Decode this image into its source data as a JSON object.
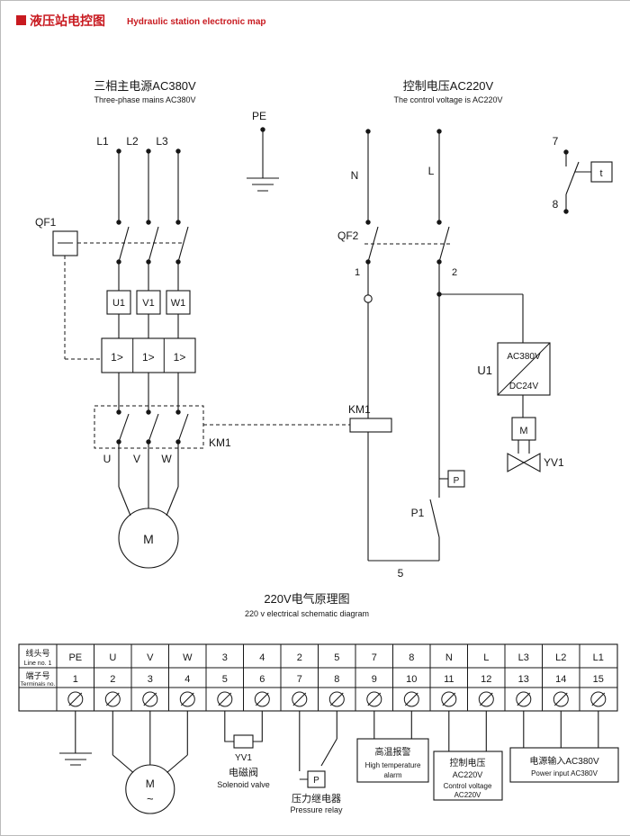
{
  "header": {
    "title_cn": "液压站电控图",
    "title_en": "Hydraulic station electronic map"
  },
  "main": {
    "title_cn": "三相主电源AC380V",
    "title_en": "Three-phase mains AC380V",
    "phases": [
      "L1",
      "L2",
      "L3"
    ],
    "qf1": "QF1",
    "fuses": [
      "U1",
      "V1",
      "W1"
    ],
    "overload": "1>",
    "km1": "KM1",
    "outputs": [
      "U",
      "V",
      "W"
    ],
    "motor": "M"
  },
  "pe": "PE",
  "control": {
    "title_cn": "控制电压AC220V",
    "title_en": "The control voltage is AC220V",
    "n": "N",
    "l": "L",
    "qf2": "QF2",
    "wire1": "1",
    "wire2": "2",
    "wire5": "5",
    "wire7": "7",
    "wire8": "8",
    "t": "t",
    "km1": "KM1",
    "u1": "U1",
    "ac380": "AC380V",
    "dc24": "DC24V",
    "m": "M",
    "yv1": "YV1",
    "p": "P",
    "p1": "P1"
  },
  "schematic": {
    "title_cn": "220V电气原理图",
    "title_en": "220 v electrical schematic diagram",
    "line_row_cn": "线头号",
    "line_row_en": "Line no. 1",
    "term_row_cn": "端子号",
    "term_row_en": "Terminals no.",
    "line_numbers": [
      "PE",
      "U",
      "V",
      "W",
      "3",
      "4",
      "2",
      "5",
      "7",
      "8",
      "N",
      "L",
      "L3",
      "L2",
      "L1"
    ],
    "terminal_numbers": [
      "1",
      "2",
      "3",
      "4",
      "5",
      "6",
      "7",
      "8",
      "9",
      "10",
      "11",
      "12",
      "13",
      "14",
      "15"
    ],
    "motor": "M",
    "wave": "~",
    "yv1": "YV1",
    "valve_cn": "电磁阀",
    "valve_en": "Solenoid valve",
    "p": "P",
    "pressure_cn": "压力继电器",
    "pressure_en": "Pressure relay",
    "alarm_cn": "高温报警",
    "alarm_en1": "High temperature",
    "alarm_en2": "alarm",
    "ctrl_cn": "控制电压",
    "ctrl_v1": "AC220V",
    "ctrl_en": "Control voltage",
    "ctrl_v2": "AC220V",
    "power_cn": "电源输入AC380V",
    "power_en": "Power input AC380V"
  }
}
